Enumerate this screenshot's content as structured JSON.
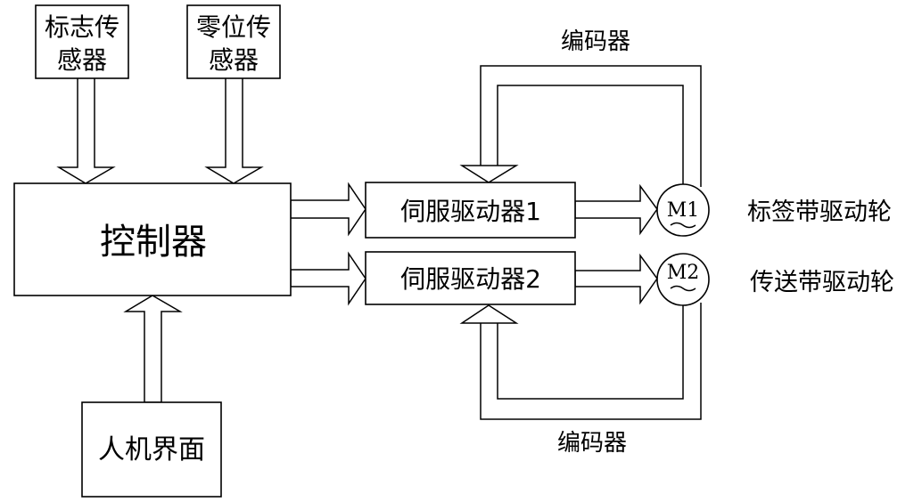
{
  "blocks": {
    "marker_sensor": [
      "标志传",
      "感器"
    ],
    "zero_sensor": [
      "零位传",
      "感器"
    ],
    "controller": "控制器",
    "hmi": "人机界面",
    "servo_driver_1": "伺服驱动器1",
    "servo_driver_2": "伺服驱动器2",
    "motor_1": "M1",
    "motor_2": "M2"
  },
  "labels": {
    "encoder_top": "编码器",
    "encoder_bottom": "编码器",
    "label_belt_drive_wheel": "标签带驱动轮",
    "conveyor_belt_drive_wheel": "传送带驱动轮"
  },
  "colors": {
    "stroke": "#000000",
    "background": "#ffffff"
  }
}
